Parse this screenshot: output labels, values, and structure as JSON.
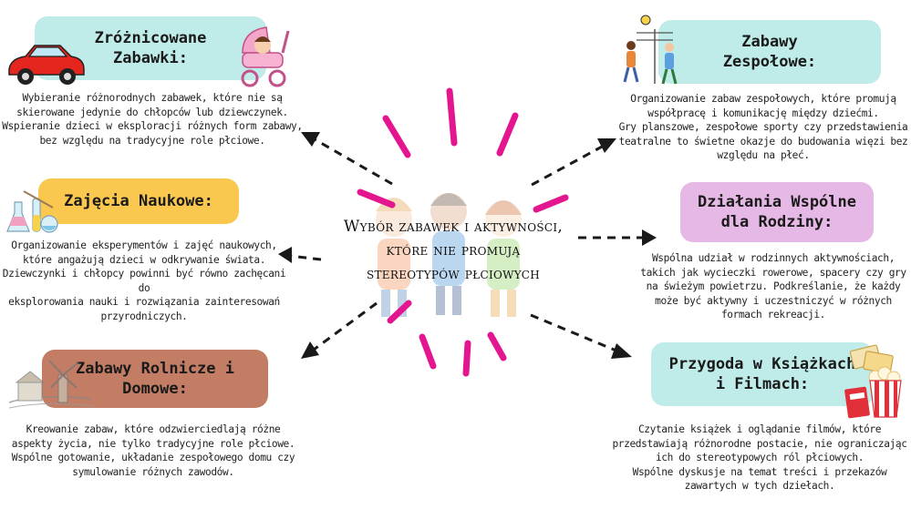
{
  "center": {
    "line1": "Wybór zabawek i aktywności,",
    "line2": "które nie promują",
    "line3": "stereotypów płciowych"
  },
  "nodes": {
    "toys": {
      "title1": "Zróżnicowane",
      "title2": "Zabawki:",
      "desc": [
        "Wybieranie różnorodnych zabawek, które nie są",
        "skierowane jedynie do chłopców lub dziewczynek.",
        "Wspieranie dzieci w eksploracji różnych form zabawy,",
        "bez względu na tradycyjne role płciowe."
      ]
    },
    "team": {
      "title1": "Zabawy",
      "title2": "Zespołowe:",
      "desc": [
        "Organizowanie zabaw zespołowych, które promują",
        "współpracę i komunikację między dziećmi.",
        "Gry planszowe, zespołowe sporty czy przedstawienia",
        "teatralne to świetne okazje do budowania więzi bez",
        "względu na płeć."
      ]
    },
    "science": {
      "title1": "Zajęcia Naukowe:",
      "desc": [
        "Organizowanie eksperymentów i zajęć naukowych,",
        "które angażują dzieci w odkrywanie świata.",
        "Dziewczynki i chłopcy powinni być równo zachęcani do",
        "eksplorowania nauki i rozwiązania zainteresowań",
        "przyrodniczych."
      ]
    },
    "family": {
      "title1": "Działania Wspólne",
      "title2": "dla Rodziny:",
      "desc": [
        "Wspólna udział w rodzinnych aktywnościach,",
        "takich jak wycieczki rowerowe, spacery czy gry",
        "na świeżym powietrzu. Podkreślanie, że każdy",
        "może być aktywny i uczestniczyć w różnych",
        "formach rekreacji."
      ]
    },
    "farm": {
      "title1": "Zabawy Rolnicze i",
      "title2": "Domowe:",
      "desc": [
        "Kreowanie zabaw, które odzwierciedlają różne",
        "aspekty życia, nie tylko tradycyjne role płciowe.",
        "Wspólne gotowanie, układanie zespołowego domu czy",
        "symulowanie różnych zawodów."
      ]
    },
    "books": {
      "title1": "Przygoda w Książkach",
      "title2": "i Filmach:",
      "desc": [
        "Czytanie książek i oglądanie filmów, które",
        "przedstawiają różnorodne postacie, nie ograniczając",
        "ich do stereotypowych ról płciowych.",
        "Wspólne dyskusje na temat treści i przekazów",
        "zawartych w tych dziełach."
      ]
    }
  },
  "colors": {
    "mint": "#bfece8",
    "yellow": "#fbc84f",
    "brown": "#c27d64",
    "lilac": "#e6b8e6",
    "burst": "#e3168f",
    "arrow": "#1a1a1a"
  },
  "icons": [
    "red-toy-car-icon",
    "doll-in-stroller-icon",
    "volleyball-players-icon",
    "lab-flasks-icon",
    "farm-windmill-icon",
    "popcorn-tickets-icon",
    "children-illustration-icon"
  ]
}
